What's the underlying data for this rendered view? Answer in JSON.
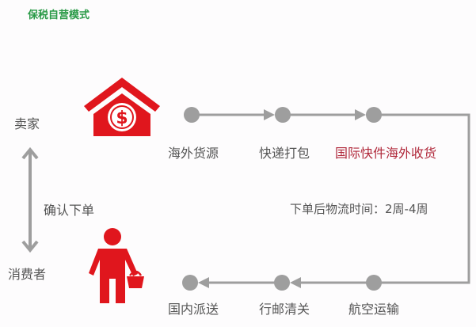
{
  "title": "保税自营模式",
  "roles": {
    "seller": "卖家",
    "consumer": "消费者",
    "confirm_order": "确认下单"
  },
  "icons": {
    "seller_icon": "house-dollar-icon",
    "consumer_icon": "person-basket-icon"
  },
  "flow": {
    "top_steps": [
      "海外货源",
      "快递打包",
      "国际快件海外收货"
    ],
    "bottom_steps": [
      "国内派送",
      "行邮清关",
      "航空运输"
    ],
    "logistics_time": "下单后物流时间：2周-4周"
  },
  "colors": {
    "title_green": "#2a9a47",
    "icon_red": "#e0161d",
    "highlight_red": "#b0283a",
    "flow_gray": "#9e9e9e",
    "text_gray": "#555555"
  }
}
